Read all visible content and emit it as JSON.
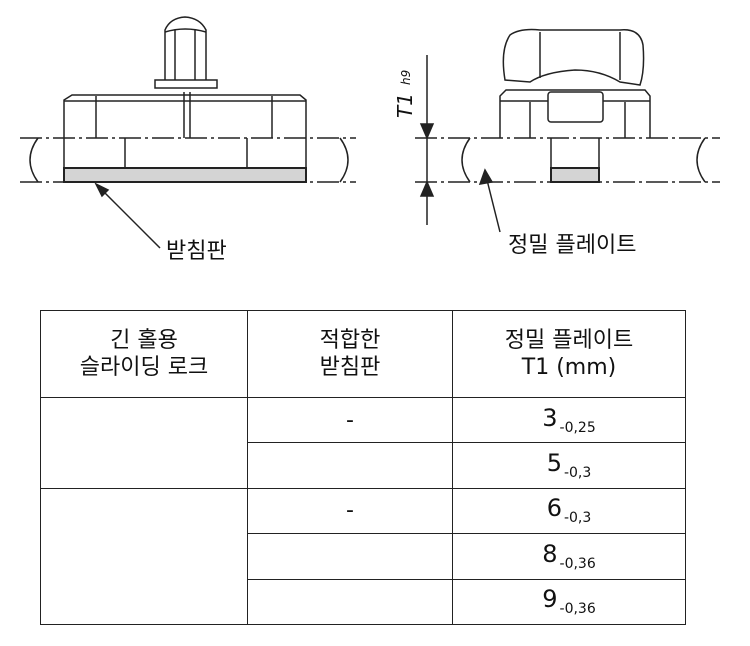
{
  "diagram": {
    "left_label": "받침판",
    "right_label": "정밀 플레이트",
    "dimension_main": "T1",
    "dimension_sub": "h9"
  },
  "table": {
    "headers": [
      [
        "긴 홀용",
        "슬라이딩 로크"
      ],
      [
        "적합한",
        "받침판"
      ],
      [
        "정밀 플레이트",
        "T1 (mm)"
      ]
    ],
    "rows": [
      {
        "base_plate": "-",
        "t1": "3",
        "tol": "-0,25"
      },
      {
        "base_plate": "",
        "t1": "5",
        "tol": "-0,3"
      },
      {
        "base_plate": "-",
        "t1": "6",
        "tol": "-0,3"
      },
      {
        "base_plate": "",
        "t1": "8",
        "tol": "-0,36"
      },
      {
        "base_plate": "",
        "t1": "9",
        "tol": "-0,36"
      }
    ]
  }
}
